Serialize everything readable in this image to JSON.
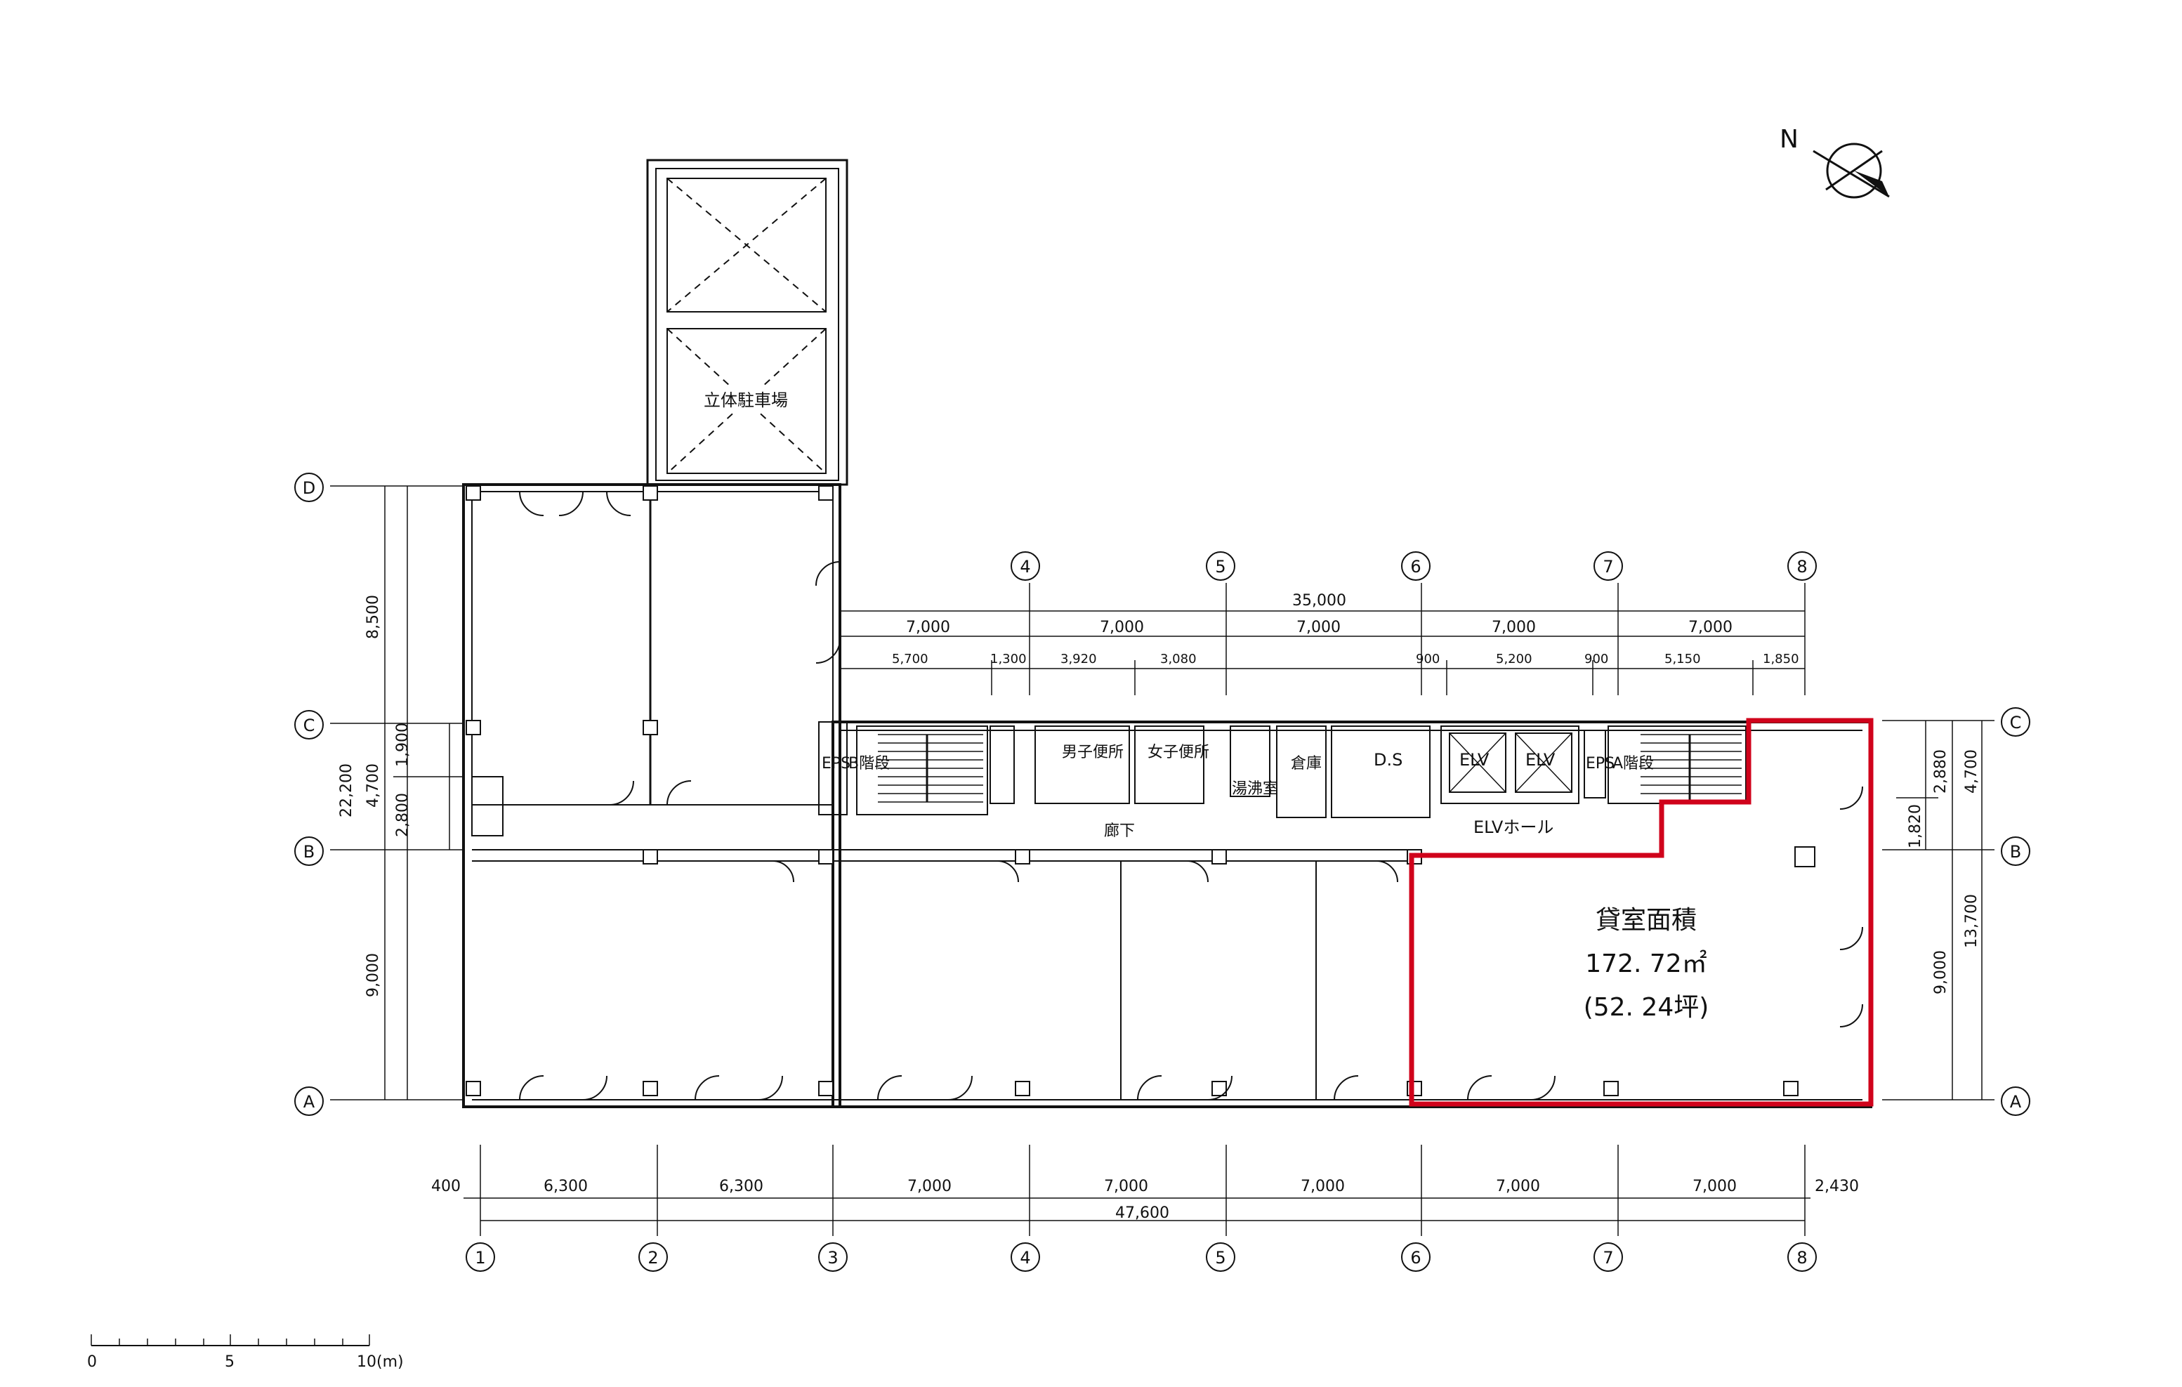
{
  "north_label": "N",
  "rooms": {
    "parking": "立体駐車場",
    "eps_b": "EPS",
    "stair_b": "B階段",
    "mens_wc": "男子便所",
    "womens_wc": "女子便所",
    "kitchenette": "湯沸室",
    "storage": "倉庫",
    "ds": "D.S",
    "elv_1": "ELV",
    "elv_2": "ELV",
    "elv_hall": "ELVホール",
    "eps_a": "EPS",
    "stair_a": "A階段",
    "corridor": "廊下"
  },
  "rental": {
    "title": "貸室面積",
    "area_sqm": "172. 72㎡",
    "area_tsubo": "(52. 24坪)",
    "outline_color": "#d0021b"
  },
  "grid": {
    "columns": [
      "1",
      "2",
      "3",
      "4",
      "5",
      "6",
      "7",
      "8"
    ],
    "top_columns": [
      "4",
      "5",
      "6",
      "7",
      "8"
    ],
    "rows": [
      "D",
      "C",
      "B",
      "A"
    ],
    "right_rows": [
      "C",
      "B",
      "A"
    ]
  },
  "dims": {
    "bottom": [
      "400",
      "6,300",
      "6,300",
      "7,000",
      "7,000",
      "7,000",
      "7,000",
      "7,000",
      "2,430"
    ],
    "bottom_total": "47,600",
    "top_total": "35,000",
    "top": [
      "7,000",
      "7,000",
      "7,000",
      "7,000",
      "7,000"
    ],
    "top_sub": [
      "5,700",
      "1,300",
      "3,920",
      "3,080",
      "900",
      "5,200",
      "900",
      "5,150",
      "1,850"
    ],
    "left": [
      "8,500",
      "1,900",
      "2,800",
      "9,000"
    ],
    "left_mid": "4,700",
    "left_total": "22,200",
    "right": [
      "2,880",
      "1,820",
      "9,000"
    ],
    "right_mid": "4,700",
    "right_total": "13,700"
  },
  "scale": {
    "ticks": [
      "0",
      "5",
      "10"
    ],
    "unit": "(m)"
  }
}
